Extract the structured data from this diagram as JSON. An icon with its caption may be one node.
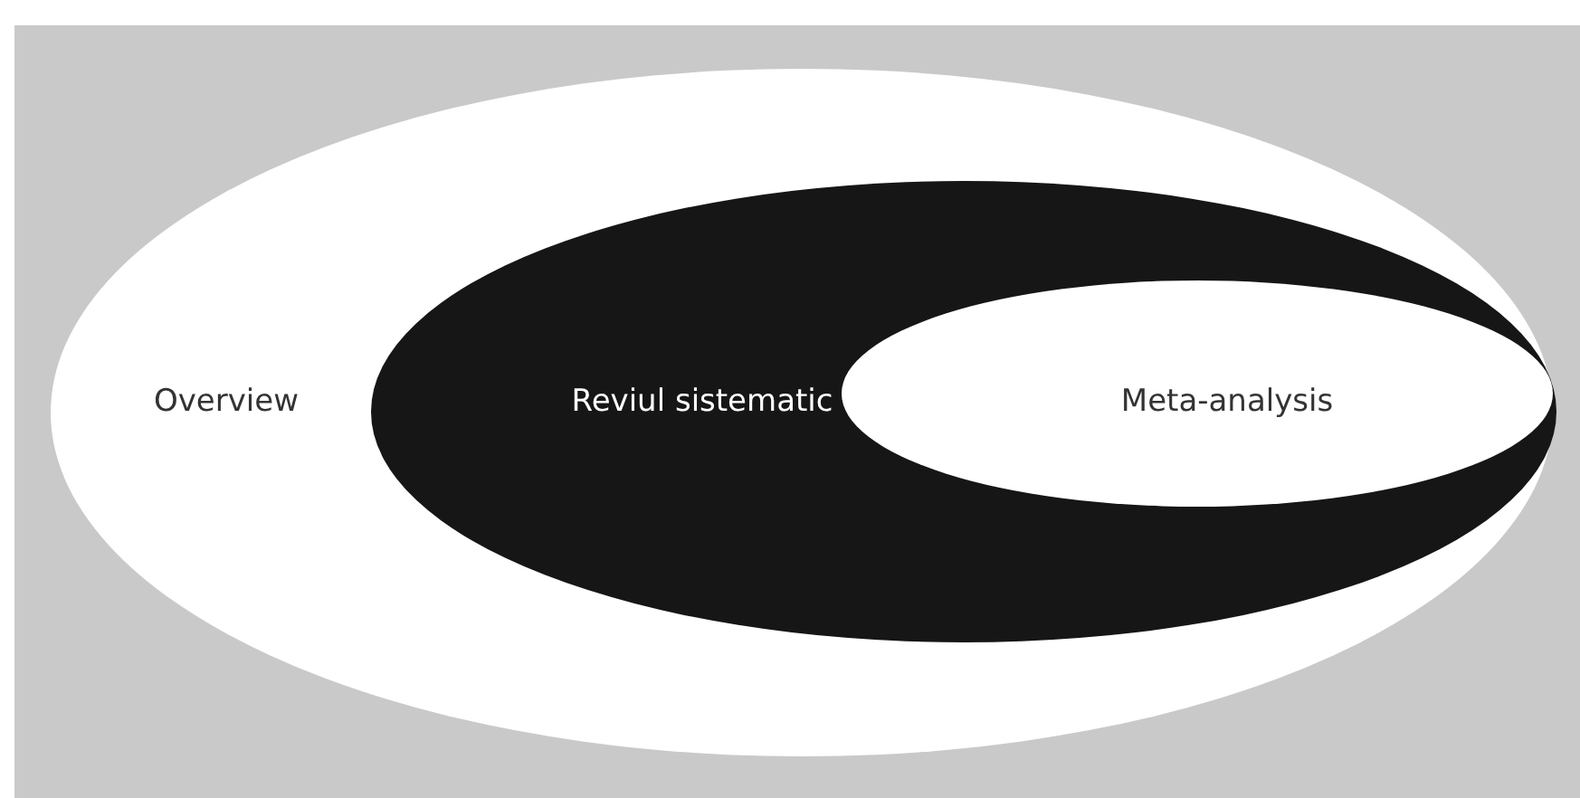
{
  "diagram": {
    "nodes": [
      {
        "text": [
          "Overview"
        ]
      },
      {
        "text": [
          "Reviul sistematic"
        ],
        "in": 0
      },
      {
        "text": [
          "Meta-analysis"
        ],
        "in": 1
      }
    ]
  }
}
